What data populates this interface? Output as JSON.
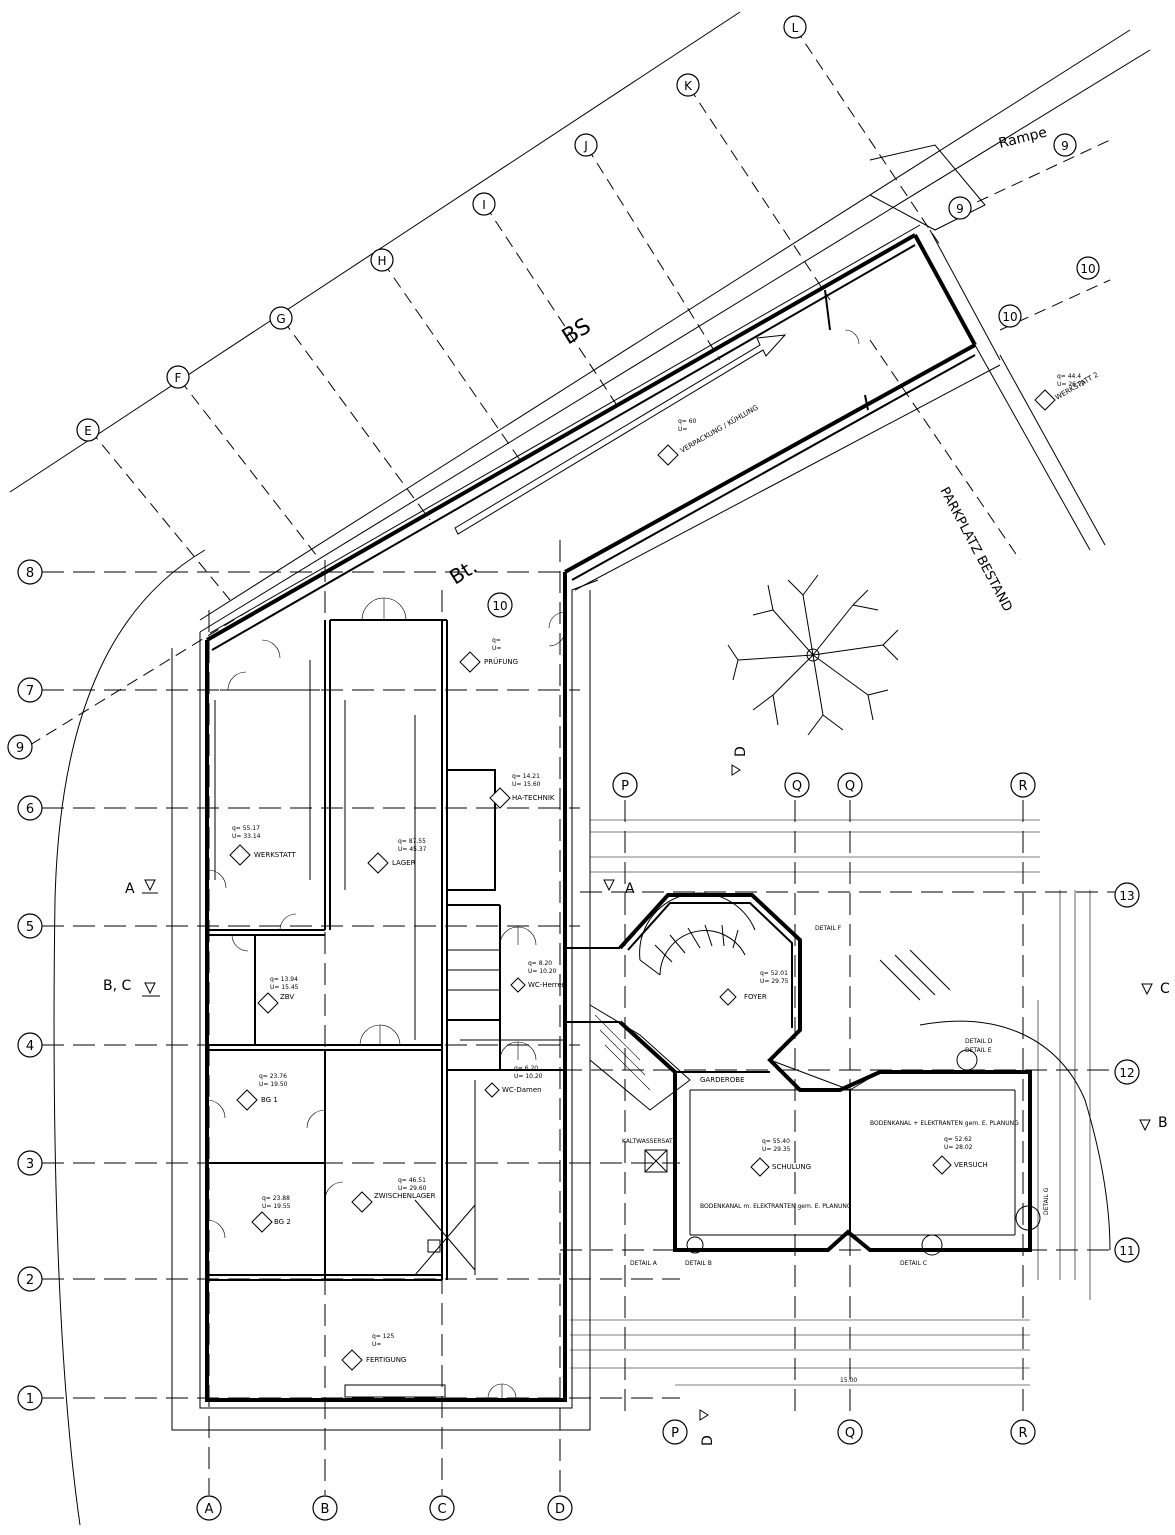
{
  "grid_letters": {
    "bottom": [
      "A",
      "B",
      "C",
      "D"
    ],
    "diagonal": [
      "E",
      "F",
      "G",
      "H",
      "I",
      "J",
      "K",
      "L"
    ],
    "right_top": [
      "P",
      "Q",
      "Q",
      "R"
    ],
    "right_bottom": [
      "P",
      "Q",
      "R"
    ]
  },
  "grid_numbers": {
    "left": [
      "8",
      "7",
      "9",
      "6",
      "5",
      "4",
      "3",
      "2",
      "1"
    ],
    "right": [
      "13",
      "12",
      "11"
    ],
    "upper": [
      "10",
      "9",
      "9",
      "10",
      "10"
    ]
  },
  "sections": {
    "a_left": "A",
    "a_mid": "A",
    "bc_left": "B, C",
    "c_right": "C",
    "b_right": "B",
    "d_top": "D",
    "d_bottom": "D"
  },
  "labels": {
    "bs": "BS",
    "bt": "Bt.",
    "rampe": "Rampe",
    "parkplatz": "PARKPLATZ BESTAND"
  },
  "rooms": [
    {
      "name": "WERKSTATT",
      "area": "q= 55.17",
      "perimeter": "U= 33.14"
    },
    {
      "name": "LAGER",
      "area": "q= 87.55",
      "perimeter": "U= 45.37"
    },
    {
      "name": "PRÜFUNG",
      "area": "q=",
      "perimeter": "U="
    },
    {
      "name": "HA-TECHNIK",
      "area": "q= 14.21",
      "perimeter": "U= 15.60"
    },
    {
      "name": "ZBV",
      "area": "q= 13.94",
      "perimeter": "U= 15.45"
    },
    {
      "name": "WC-Herren",
      "area": "q= 8.20",
      "perimeter": "U= 10.20"
    },
    {
      "name": "WC-Damen",
      "area": "q= 6.20",
      "perimeter": "U= 10.20"
    },
    {
      "name": "BG 1",
      "area": "q= 23.76",
      "perimeter": "U= 19.50"
    },
    {
      "name": "BG 2",
      "area": "q= 23.88",
      "perimeter": "U= 19.55"
    },
    {
      "name": "ZWISCHENLAGER",
      "area": "q= 46.51",
      "perimeter": "U= 29.60"
    },
    {
      "name": "FERTIGUNG",
      "area": "q= 125",
      "perimeter": "U="
    },
    {
      "name": "FOYER",
      "area": "q= 52.01",
      "perimeter": "U= 29.75"
    },
    {
      "name": "SCHULUNG",
      "area": "q= 55.40",
      "perimeter": "U= 29.35"
    },
    {
      "name": "VERSUCH",
      "area": "q= 52.62",
      "perimeter": "U= 28.02"
    },
    {
      "name": "VERPACKUNG / KÜHLUNG",
      "area": "q= 60",
      "perimeter": "U="
    },
    {
      "name": "WERKSTATT 2",
      "area": "q= 44.4",
      "perimeter": "U= 26.77"
    },
    {
      "name": "GARDEROBE",
      "area": "",
      "perimeter": ""
    }
  ],
  "annotations": {
    "bodenkanal_1": "BODENKANAL + ELEKTRANTEN gem. E. PLANUNG",
    "bodenkanal_2": "BODENKANAL m. ELEKTRANTEN gem. E. PLANUNG",
    "kaltwasser": "KALTWASSERSATZ",
    "detail_a": "DETAIL A",
    "detail_b": "DETAIL B",
    "detail_c": "DETAIL C",
    "detail_d": "DETAIL D",
    "detail_e": "DETAIL E",
    "detail_f": "DETAIL F",
    "detail_g": "DETAIL G",
    "dim_total": "15.00"
  }
}
